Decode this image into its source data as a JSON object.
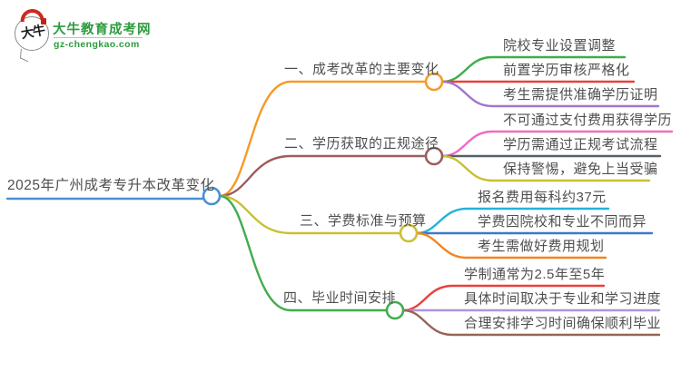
{
  "logo": {
    "icon_text": "大牛",
    "title": "大牛教育成考网",
    "url": "gz-chengkao.com",
    "green": "#2d9b3f"
  },
  "root": {
    "label": "2025年广州成考专升本改革变化",
    "color": "#4a8fd3"
  },
  "branches": [
    {
      "label": "一、成考改革的主要变化",
      "color": "#f79a28",
      "children": [
        {
          "label": "院校专业设置调整",
          "color": "#3fae4a"
        },
        {
          "label": "前置学历审核严格化",
          "color": "#e8413c"
        },
        {
          "label": "考生需提供准确学历证明",
          "color": "#a276ce"
        }
      ]
    },
    {
      "label": "二、学历获取的正规途径",
      "color": "#9e5c5c",
      "children": [
        {
          "label": "不可通过支付费用获得学历",
          "color": "#ef6cc0"
        },
        {
          "label": "学历需通过正规考试流程",
          "color": "#56606c"
        },
        {
          "label": "保持警惕，避免上当受骗",
          "color": "#c9c032"
        }
      ]
    },
    {
      "label": "三、学费标准与预算",
      "color": "#c9c032",
      "children": [
        {
          "label": "报名费用每科约37元",
          "color": "#24b2dc"
        },
        {
          "label": "学费因院校和专业不同而异",
          "color": "#3c78c8"
        },
        {
          "label": "考生需做好费用规划",
          "color": "#f58220"
        }
      ]
    },
    {
      "label": "四、毕业时间安排",
      "color": "#41ac4d",
      "children": [
        {
          "label": "学制通常为2.5年至5年",
          "color": "#e8413c"
        },
        {
          "label": "具体时间取决于专业和学习进度",
          "color": "#b093da"
        },
        {
          "label": "合理安排学习时间确保顺利毕业",
          "color": "#976455"
        }
      ]
    }
  ]
}
